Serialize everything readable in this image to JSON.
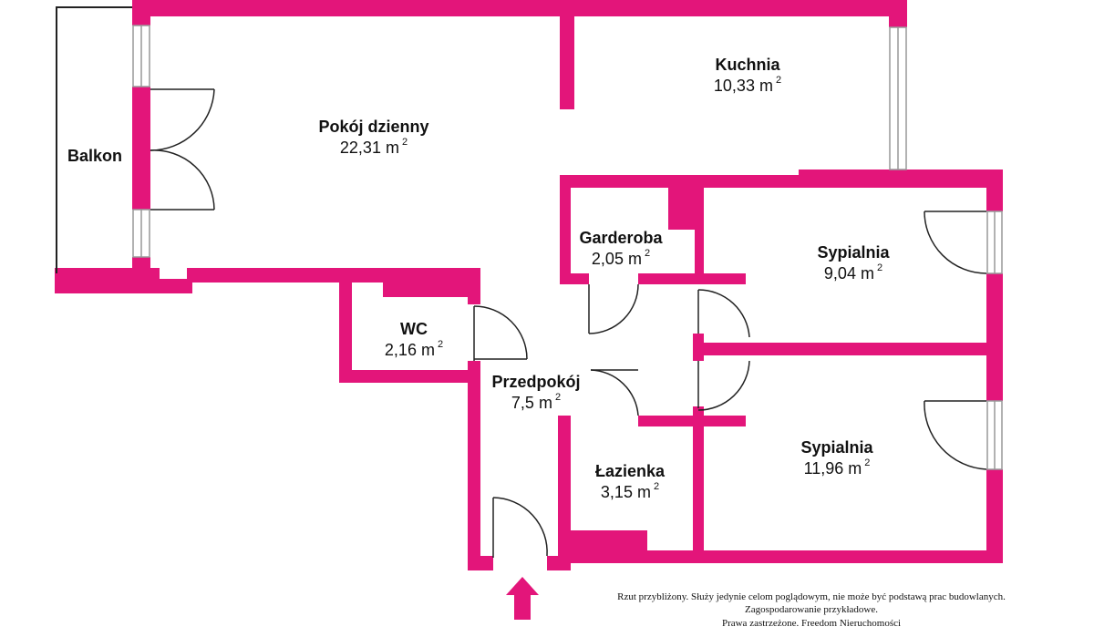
{
  "colors": {
    "wall": "#e3157a",
    "line": "#222222",
    "window_frame": "#999999",
    "background": "#ffffff"
  },
  "rooms": {
    "balkon": {
      "name": "Balkon"
    },
    "pokoj_dzienny": {
      "name": "Pokój dzienny",
      "area": "22,31 m",
      "unit_sup": "2"
    },
    "kuchnia": {
      "name": "Kuchnia",
      "area": "10,33 m",
      "unit_sup": "2"
    },
    "garderoba": {
      "name": "Garderoba",
      "area": "2,05 m",
      "unit_sup": "2"
    },
    "sypialnia_1": {
      "name": "Sypialnia",
      "area": "9,04 m",
      "unit_sup": "2"
    },
    "wc": {
      "name": "WC",
      "area": "2,16 m",
      "unit_sup": "2"
    },
    "przedpokoj": {
      "name": "Przedpokój",
      "area": "7,5 m",
      "unit_sup": "2"
    },
    "lazienka": {
      "name": "Łazienka",
      "area": "3,15 m",
      "unit_sup": "2"
    },
    "sypialnia_2": {
      "name": "Sypialnia",
      "area": "11,96 m",
      "unit_sup": "2"
    }
  },
  "disclaimer": {
    "line1": "Rzut przybliżony. Służy jedynie celom poglądowym, nie może być podstawą prac budowlanych.",
    "line2": "Zagospodarowanie przykładowe.",
    "line3": "Prawa zastrzeżone. Freedom Nieruchomości"
  },
  "icons": {
    "entrance": "arrow-up-icon"
  }
}
